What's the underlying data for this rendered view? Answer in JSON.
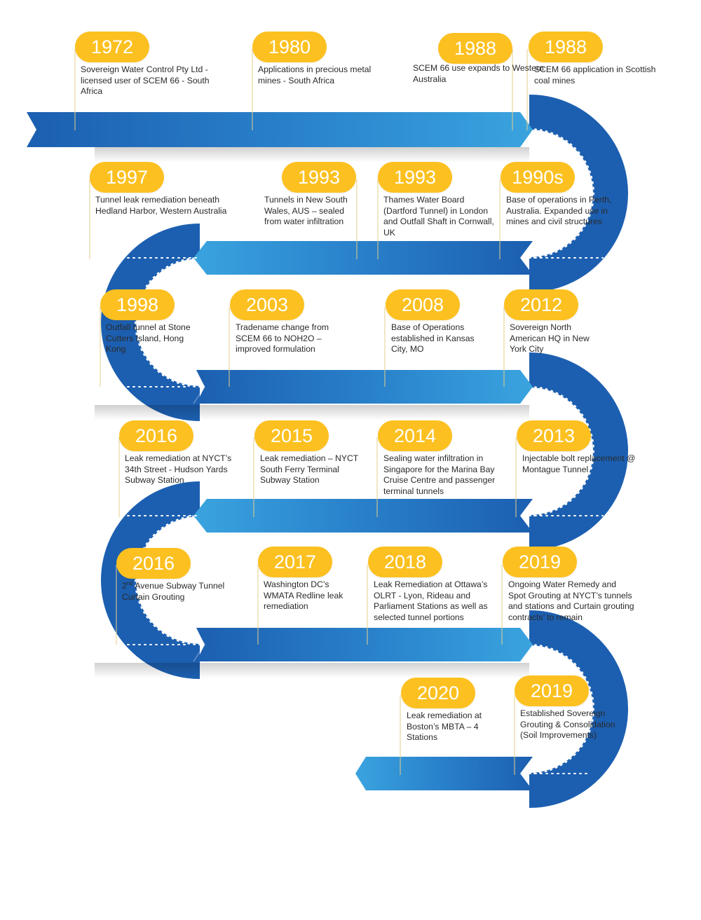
{
  "colors": {
    "road_dark": "#1c5fb0",
    "road_mid": "#2a83cc",
    "road_light": "#3aa4df",
    "pill": "#fcc020",
    "connector": "#fcd46a",
    "text": "#2a2a2a"
  },
  "rows": [
    {
      "events": [
        {
          "year": "1972",
          "desc": "Sovereign Water Control Pty Ltd - licensed user of SCEM 66 - South Africa"
        },
        {
          "year": "1980",
          "desc": "Applications in precious metal mines - South Africa"
        },
        {
          "year": "1988",
          "desc": "SCEM 66 use expands to Western Australia"
        },
        {
          "year": "1988",
          "desc": "SCEM 66 application in Scottish coal mines"
        }
      ]
    },
    {
      "events": [
        {
          "year": "1997",
          "desc": "Tunnel leak remediation beneath Hedland Harbor, Western Australia"
        },
        {
          "year": "1993",
          "desc": "Tunnels in New South Wales, AUS – sealed from water infiltration"
        },
        {
          "year": "1993",
          "desc": "Thames Water Board (Dartford Tunnel) in London and Outfall Shaft in Cornwall, UK"
        },
        {
          "year": "1990s",
          "desc": "Base of operations in Perth, Australia.  Expanded use in mines and civil structures"
        }
      ]
    },
    {
      "events": [
        {
          "year": "1998",
          "desc": "Outfall tunnel at Stone Cutters Island, Hong Kong"
        },
        {
          "year": "2003",
          "desc": "Tradename change from SCEM 66 to NOH2O – improved formulation"
        },
        {
          "year": "2008",
          "desc": "Base of Operations established in Kansas City, MO"
        },
        {
          "year": "2012",
          "desc": "Sovereign North American HQ in New York City"
        }
      ]
    },
    {
      "events": [
        {
          "year": "2016",
          "desc": "Leak remediation at NYCT’s 34th Street - Hudson Yards Subway Station"
        },
        {
          "year": "2015",
          "desc": "Leak remediation – NYCT South Ferry Terminal Subway Station"
        },
        {
          "year": "2014",
          "desc": "Sealing water infiltration in Singapore for the Marina Bay Cruise Centre and passenger terminal tunnels"
        },
        {
          "year": "2013",
          "desc": "Injectable bolt replacement @ Montague Tunnel"
        }
      ]
    },
    {
      "events": [
        {
          "year": "2016",
          "desc_pre": "2",
          "desc_sup": "nd",
          "desc": " Avenue Subway Tunnel Curtain Grouting"
        },
        {
          "year": "2017",
          "desc": "Washington DC’s WMATA Redline leak remediation"
        },
        {
          "year": "2018",
          "desc": "Leak Remediation at Ottawa’s OLRT - Lyon, Rideau and Parliament Stations as well as selected tunnel portions"
        },
        {
          "year": "2019",
          "desc": "Ongoing Water Remedy and Spot Grouting at NYCT’s tunnels and stations and Curtain grouting contracts’ to remain"
        }
      ]
    },
    {
      "events": [
        {
          "year": "2020",
          "desc": "Leak remediation at Boston’s MBTA – 4 Stations"
        },
        {
          "year": "2019",
          "desc": "Established Sovereign Grouting & Consolidation (Soil Improvements)"
        }
      ]
    }
  ]
}
